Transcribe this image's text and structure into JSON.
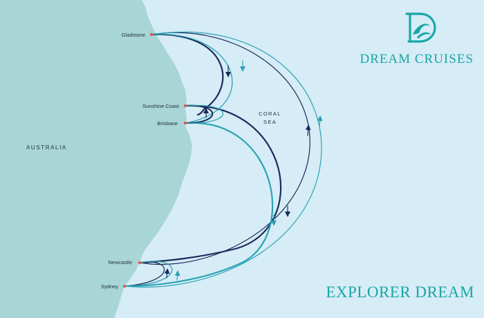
{
  "brand": {
    "name": "DREAM CRUISES",
    "color": "#1aa6a6"
  },
  "ship_name": "EXPLORER DREAM",
  "country_label": "AUSTRALIA",
  "sea_label": {
    "line1": "CORAL",
    "line2": "SEA"
  },
  "ports": [
    {
      "id": "gladstone",
      "name": "Gladstone"
    },
    {
      "id": "sunshine-coast",
      "name": "Sunshine Coast"
    },
    {
      "id": "brisbane",
      "name": "Brisbane"
    },
    {
      "id": "newcastle",
      "name": "Newcastle"
    },
    {
      "id": "sydney",
      "name": "Sydney"
    }
  ],
  "colors": {
    "sea": "#d6ecf6",
    "land": "#a8d5d5",
    "route_navy": "#1b2b5a",
    "route_teal": "#2aa3b3",
    "port_marker": "#e05a4e"
  }
}
